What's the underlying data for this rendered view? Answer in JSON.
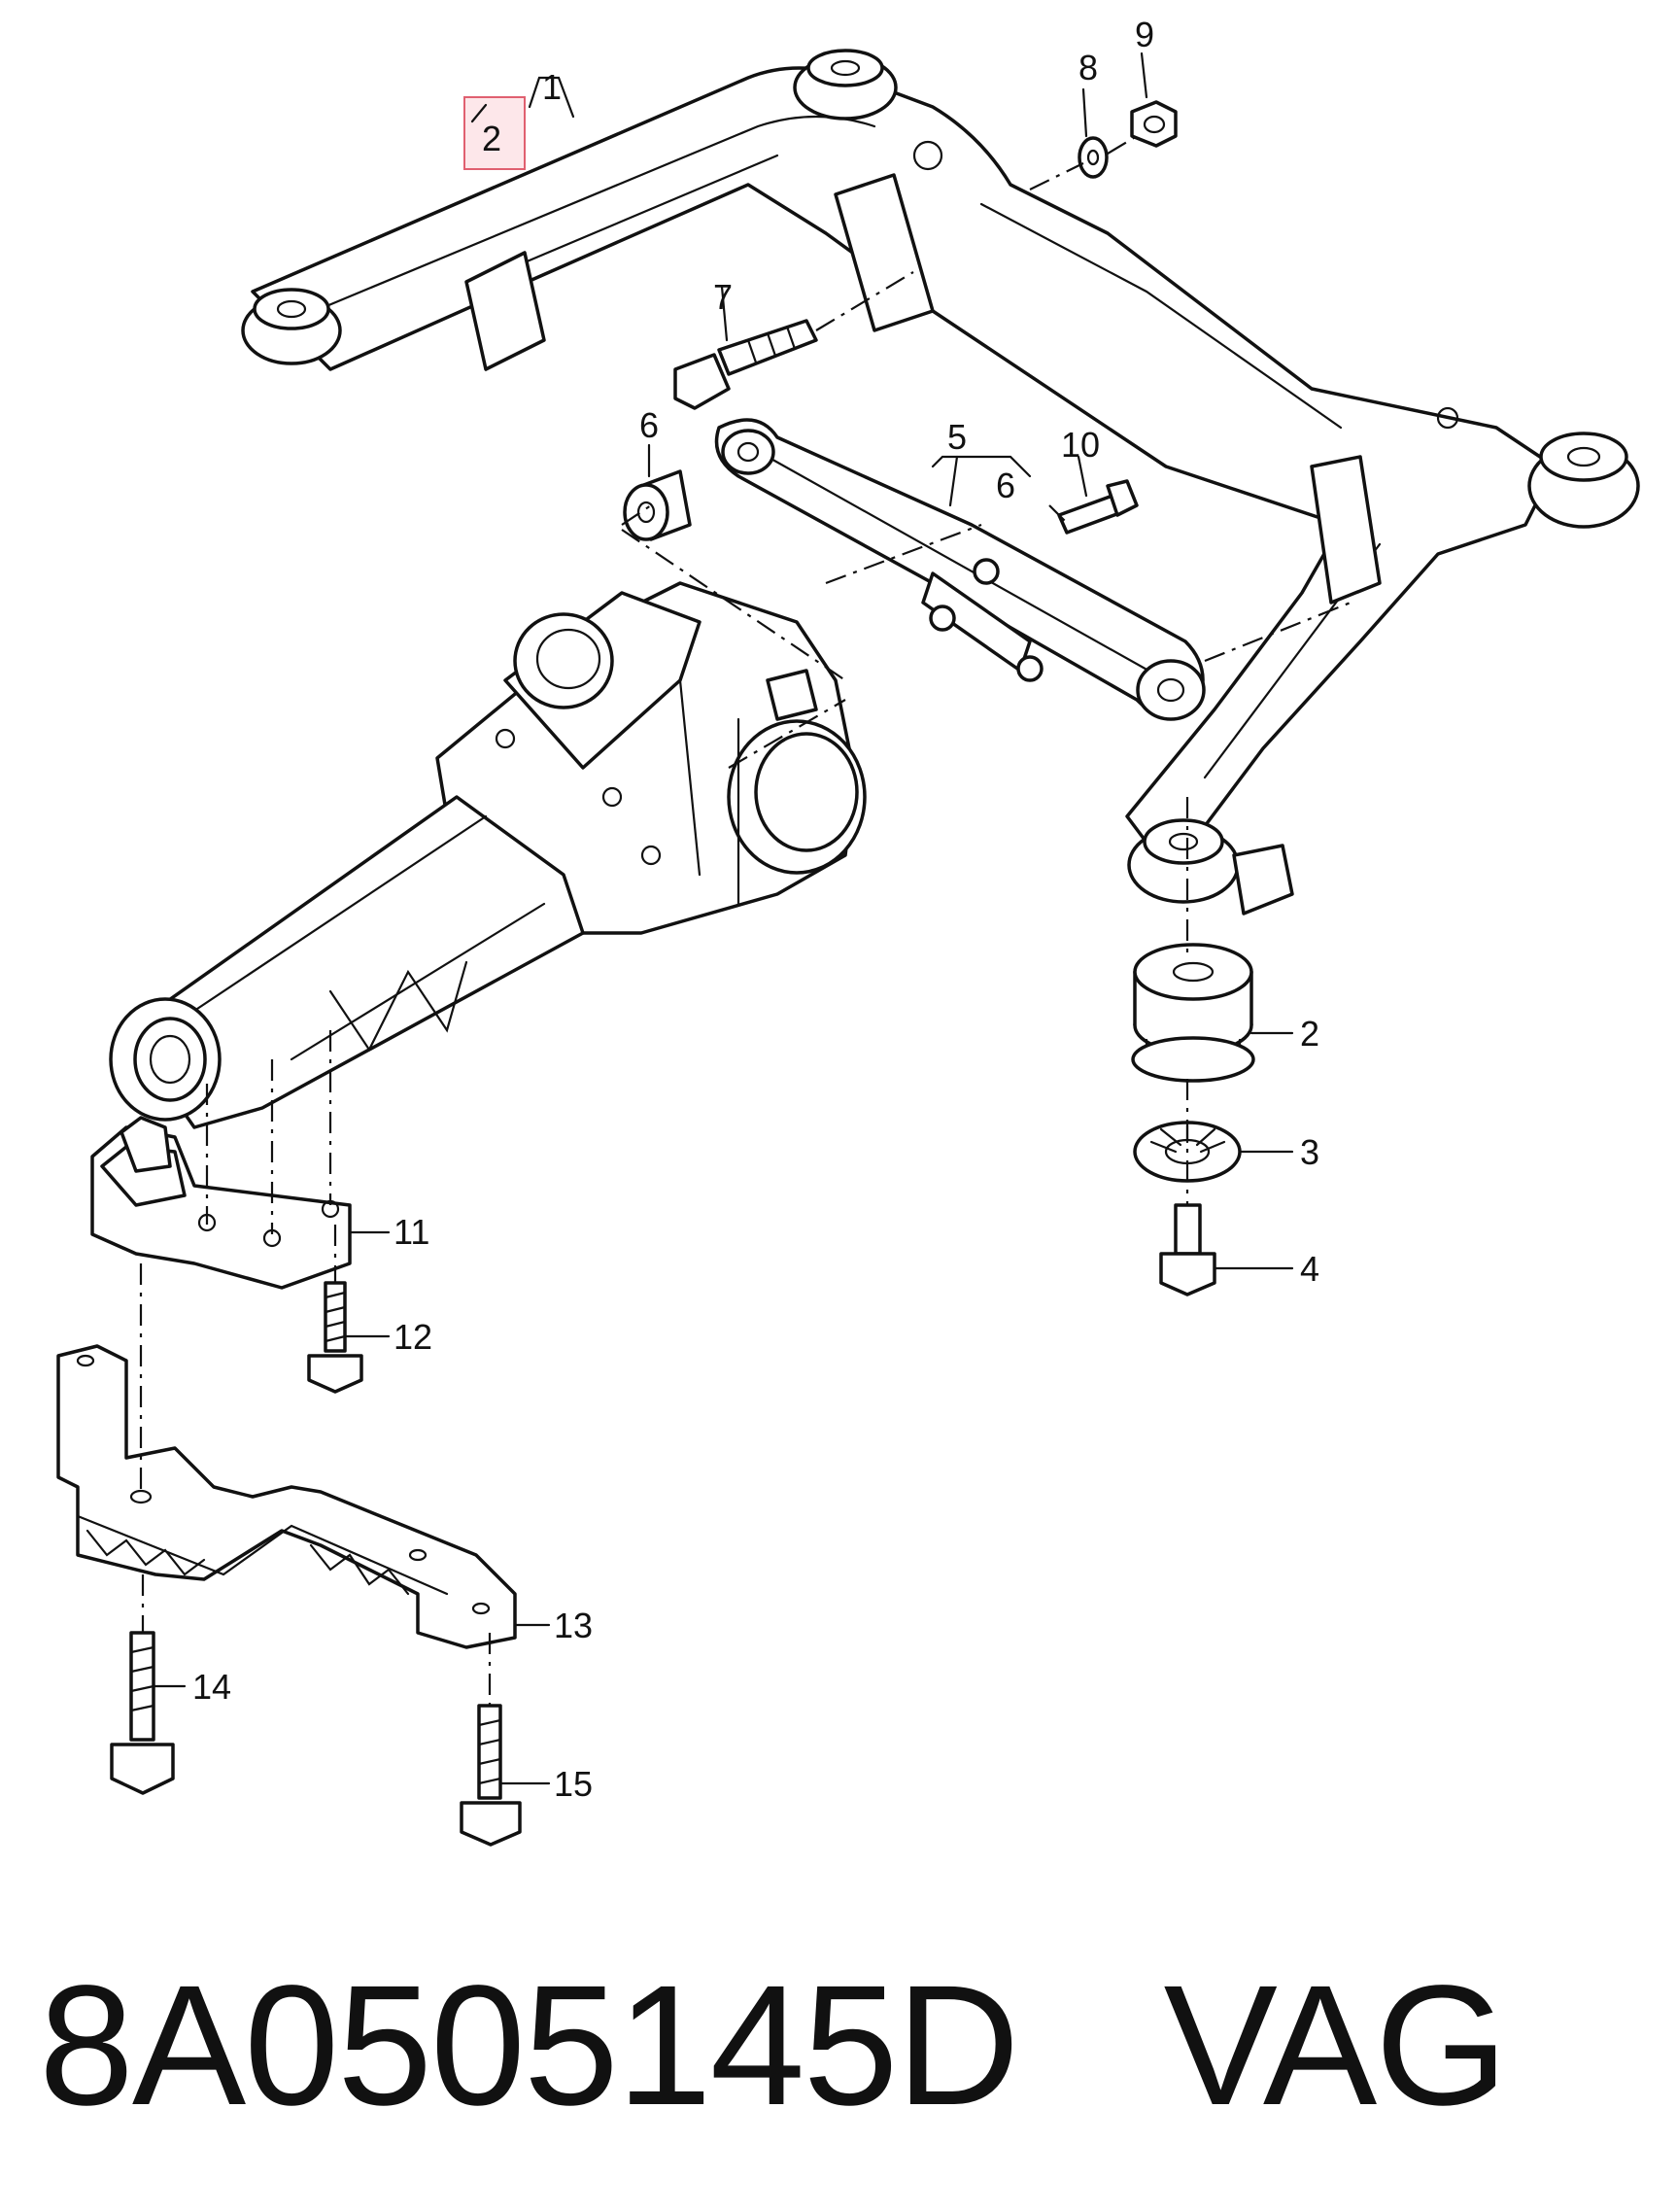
{
  "diagram": {
    "callouts": [
      {
        "id": "c1",
        "text": "1"
      },
      {
        "id": "c2-box",
        "text": "2"
      },
      {
        "id": "c2",
        "text": "2"
      },
      {
        "id": "c3",
        "text": "3"
      },
      {
        "id": "c4",
        "text": "4"
      },
      {
        "id": "c5",
        "text": "5"
      },
      {
        "id": "c6a",
        "text": "6"
      },
      {
        "id": "c6b",
        "text": "6"
      },
      {
        "id": "c7",
        "text": "7"
      },
      {
        "id": "c8",
        "text": "8"
      },
      {
        "id": "c9",
        "text": "9"
      },
      {
        "id": "c10",
        "text": "10"
      },
      {
        "id": "c11",
        "text": "11"
      },
      {
        "id": "c12",
        "text": "12"
      },
      {
        "id": "c13",
        "text": "13"
      },
      {
        "id": "c14",
        "text": "14"
      },
      {
        "id": "c15",
        "text": "15"
      }
    ],
    "highlight_color": "#e06070"
  },
  "footer": {
    "part_number": "8A0505145D",
    "brand": "VAG"
  }
}
